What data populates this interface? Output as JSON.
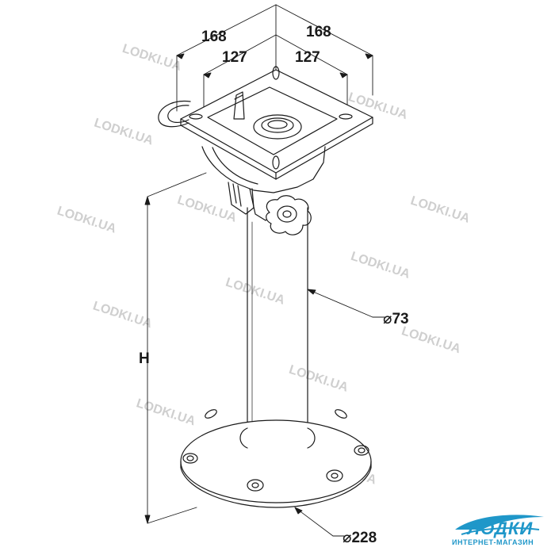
{
  "dimensions": {
    "top_left_outer": "168",
    "top_right_outer": "168",
    "top_left_inner": "127",
    "top_right_inner": "127",
    "column_diameter": "⌀73",
    "base_diameter": "⌀228",
    "height": "H"
  },
  "watermark": "LODKI.UA",
  "logo": {
    "name": "ЛОДКИ",
    "subtitle": "ИНТЕРНЕТ-МАГАЗИН",
    "color": "#1f97c9"
  },
  "colors": {
    "line": "#1a1a1a",
    "watermark": "#cfcfcf"
  }
}
